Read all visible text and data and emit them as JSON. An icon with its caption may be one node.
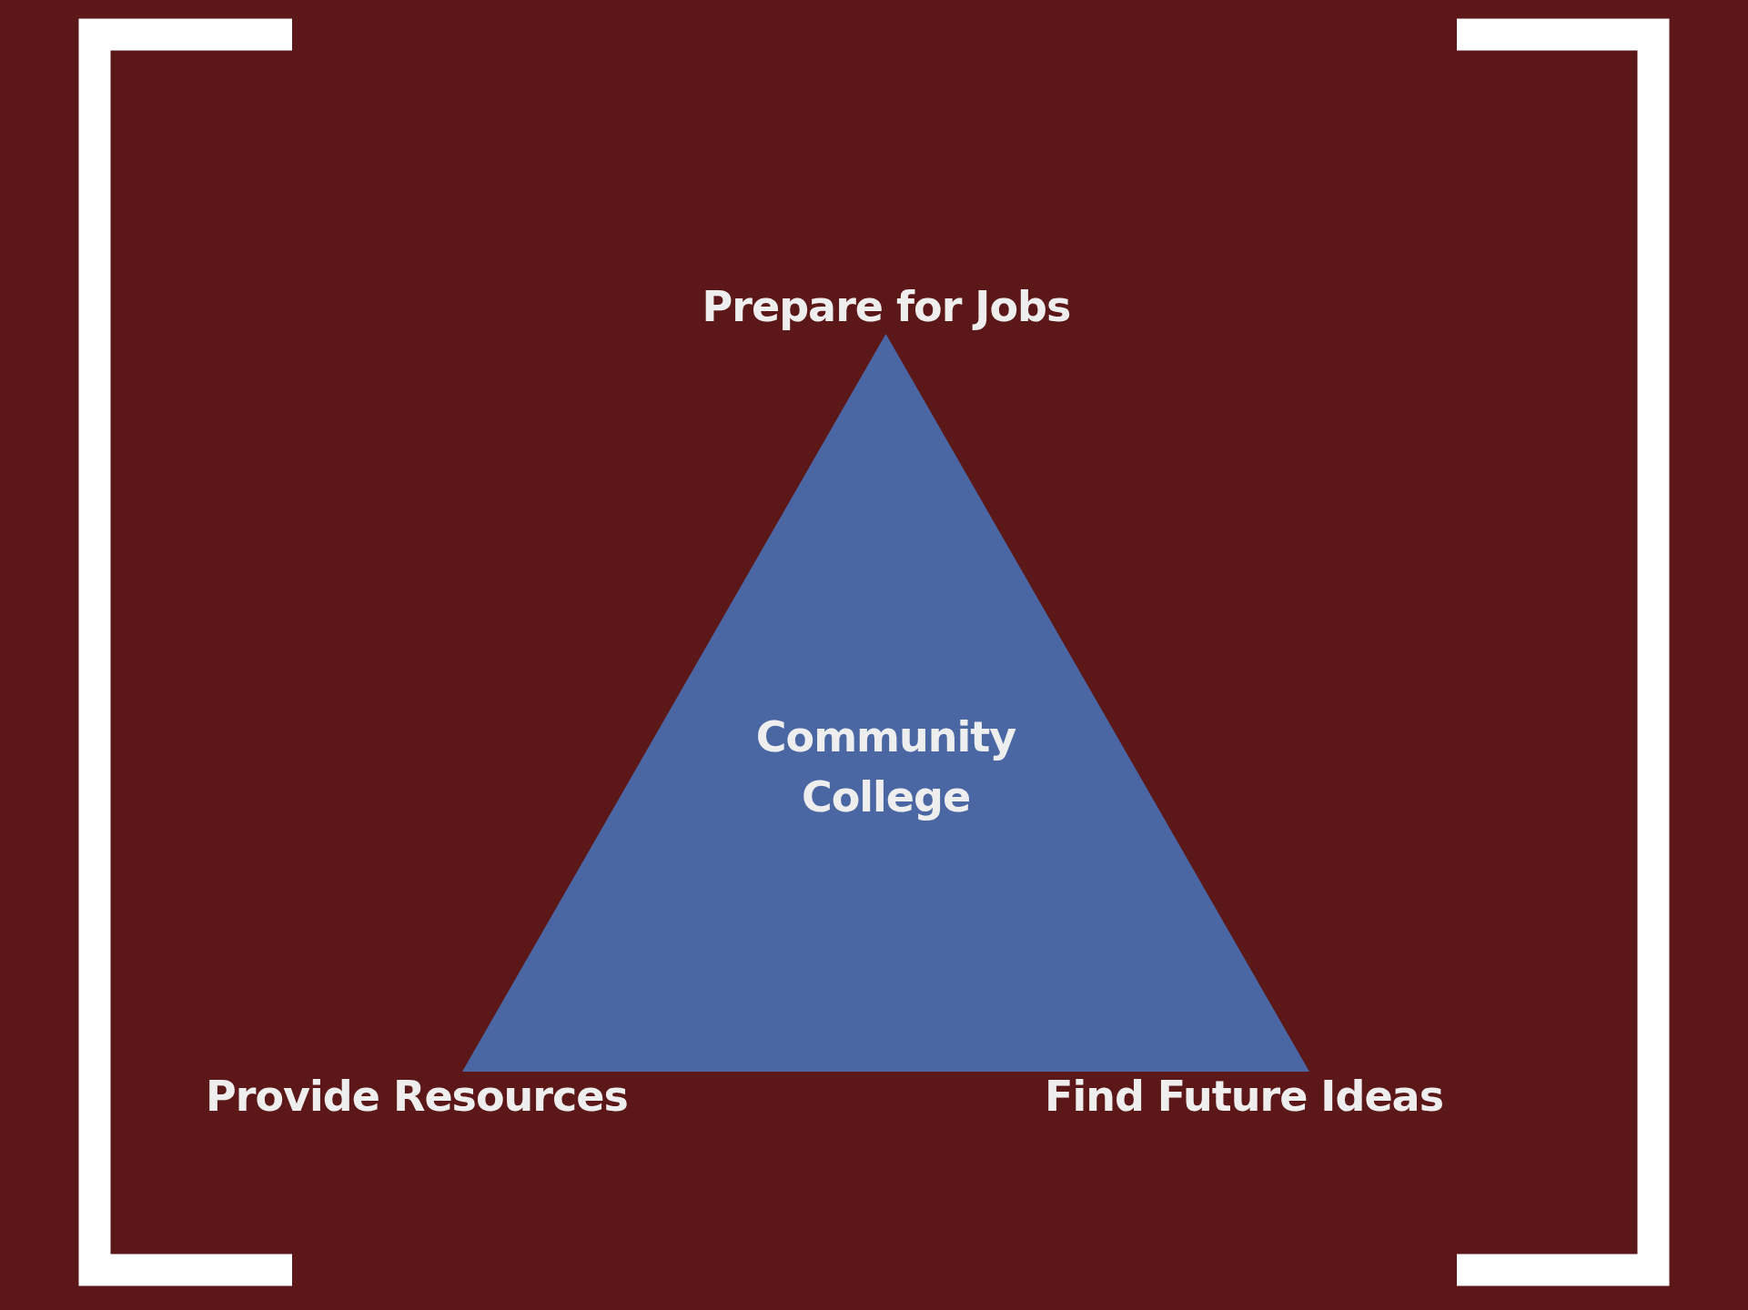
{
  "diagram": {
    "nodes": [
      {
        "text": [
          "Community College"
        ],
        "beside": [
          "Prepare for Jobs",
          "Provide Resources",
          "Find Future Ideas"
        ]
      }
    ],
    "edges": []
  }
}
